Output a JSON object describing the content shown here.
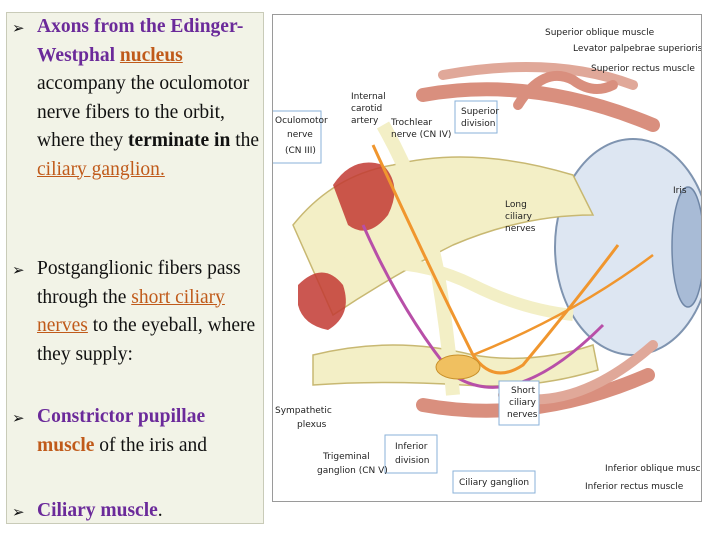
{
  "bullets": {
    "b1": {
      "p1": "Axons from the Edinger-Westphal",
      "p2": "nucleus",
      "p3": " accompany the oculomotor nerve fibers to the orbit, where they ",
      "p4": "terminate in",
      "p5": " the ",
      "p6": "ciliary ganglion",
      "p7": "."
    },
    "b2": {
      "p1": "Postganglionic fibers pass through the ",
      "p2": "short ciliary nerves",
      "p3": " to the eyeball, where they supply:"
    },
    "b3": {
      "p1": "Constrictor pupillae",
      "p2": "muscle",
      "p3": " of the iris and"
    },
    "b4": {
      "p1": "Ciliary muscle",
      "p2": "."
    }
  },
  "figure": {
    "labels": {
      "superior_oblique": "Superior oblique muscle",
      "levator": "Levator palpebrae superioris",
      "superior_rectus": "Superior rectus muscle",
      "internal_carotid_1": "Internal",
      "internal_carotid_2": "carotid",
      "internal_carotid_3": "artery",
      "trochlear_1": "Trochlear",
      "trochlear_2": "nerve (CN IV)",
      "superior_division_1": "Superior",
      "superior_division_2": "division",
      "oculomotor_1": "Oculomotor",
      "oculomotor_2": "nerve",
      "oculomotor_3": "(CN III)",
      "iris": "Iris",
      "long_ciliary_1": "Long",
      "long_ciliary_2": "ciliary",
      "long_ciliary_3": "nerves",
      "sympathetic_1": "Sympathetic",
      "sympathetic_2": "plexus",
      "short_ciliary_1": "Short",
      "short_ciliary_2": "ciliary",
      "short_ciliary_3": "nerves",
      "inferior_division_1": "Inferior",
      "inferior_division_2": "division",
      "trigeminal_1": "Trigeminal",
      "trigeminal_2": "ganglion (CN V)",
      "ciliary_ganglion": "Ciliary ganglion",
      "inferior_oblique": "Inferior oblique muscle",
      "inferior_rectus": "Inferior rectus muscle"
    }
  },
  "colors": {
    "accent": "#c05a1a",
    "purple": "#6b2a9a",
    "nerve_fill": "#f3efc6",
    "nerve_stroke": "#c8b872",
    "muscle": "#d98f7e",
    "artery": "#c23a32",
    "orange_path": "#f0962e",
    "purple_path": "#b84fa8",
    "eye_fill": "#dde6f2"
  }
}
